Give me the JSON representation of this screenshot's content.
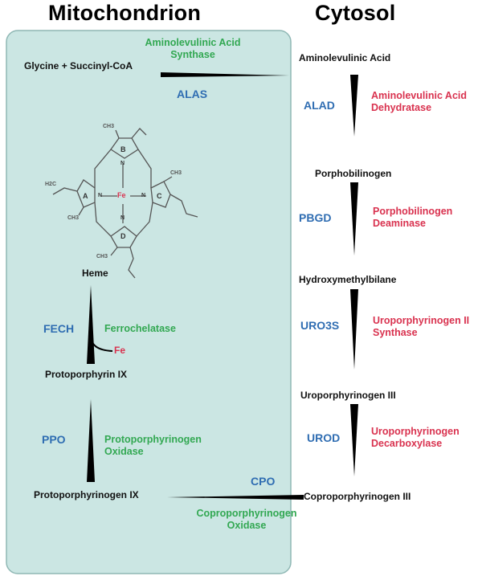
{
  "headers": {
    "left": "Mitochondrion",
    "right": "Cytosol"
  },
  "colors": {
    "box_fill": "#cbe6e3",
    "box_stroke": "#8fb7b4",
    "abbr": "#2f6db2",
    "enzyme_cytosol": "#d9324f",
    "enzyme_mito": "#32a852",
    "iron": "#d9324f"
  },
  "metabolites": {
    "glycine_succinyl": "Glycine + Succinyl-CoA",
    "ala": "Aminolevulinic Acid",
    "pbg": "Porphobilinogen",
    "hmb": "Hydroxymethylbilane",
    "urogen": "Uroporphyrinogen III",
    "coprogen": "Coproporphyrinogen III",
    "protogen": "Protoporphyrinogen IX",
    "proto": "Protoporphyrin IX",
    "heme": "Heme",
    "fe": "Fe"
  },
  "enzymes": {
    "alas": {
      "abbr": "ALAS",
      "name1": "Aminolevulinic Acid",
      "name2": "Synthase"
    },
    "alad": {
      "abbr": "ALAD",
      "name1": "Aminolevulinic Acid",
      "name2": "Dehydratase"
    },
    "pbgd": {
      "abbr": "PBGD",
      "name1": "Porphobilinogen",
      "name2": "Deaminase"
    },
    "uro3s": {
      "abbr": "URO3S",
      "name1": "Uroporphyrinogen II",
      "name2": "Synthase"
    },
    "urod": {
      "abbr": "UROD",
      "name1": "Uroporphyrinogen",
      "name2": "Decarboxylase"
    },
    "cpo": {
      "abbr": "CPO",
      "name1": "Coproporphyrinogen",
      "name2": "Oxidase"
    },
    "ppo": {
      "abbr": "PPO",
      "name1": "Protoporphyrinogen",
      "name2": "Oxidase"
    },
    "fech": {
      "abbr": "FECH",
      "name1": "Ferrochelatase"
    }
  },
  "heme_structure": {
    "rings": [
      "A",
      "B",
      "C",
      "D"
    ],
    "center": "Fe",
    "n": "N",
    "methyl": "CH3",
    "vinyl": "H2C"
  }
}
